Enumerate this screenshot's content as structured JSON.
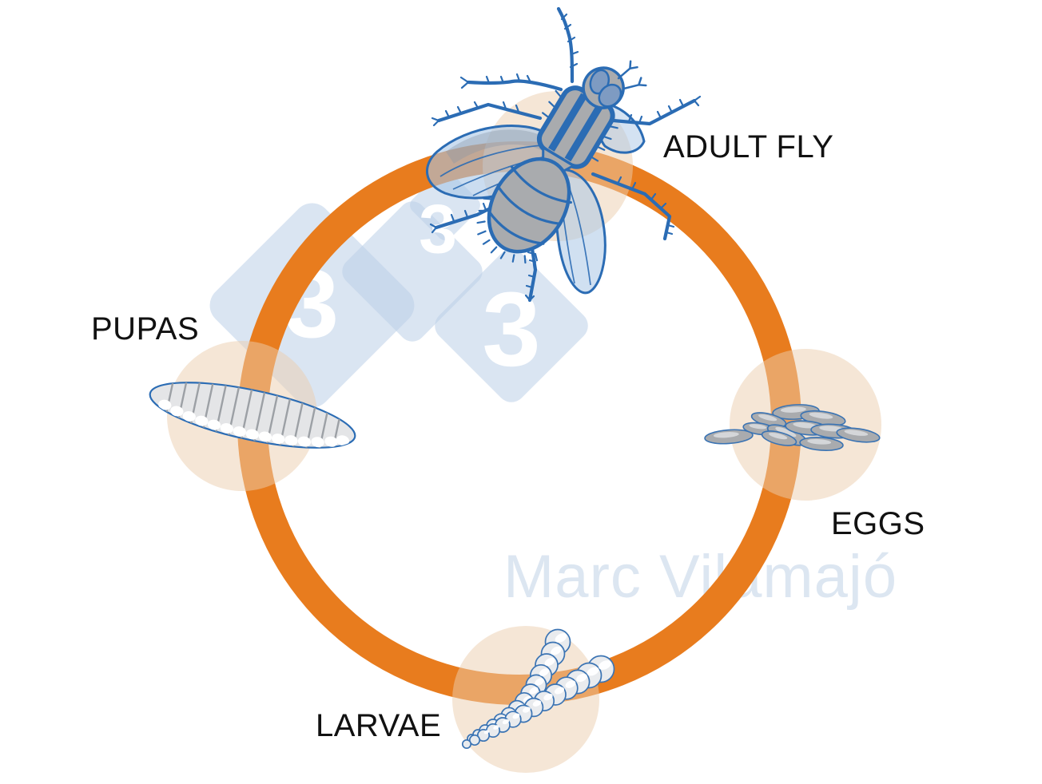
{
  "diagram": {
    "stages": [
      {
        "id": "adult-fly",
        "label": "ADULT FLY"
      },
      {
        "id": "eggs",
        "label": "EGGS"
      },
      {
        "id": "larvae",
        "label": "LARVAE"
      },
      {
        "id": "pupas",
        "label": "PUPAS"
      }
    ]
  },
  "watermark": {
    "artist_credit": "Marc Vilamajó",
    "logo_digit": "3"
  },
  "colors": {
    "ring-orange": "#E87C1E",
    "outline-blue": "#2B6CB4",
    "egg-stroke-blue": "#3A73B3",
    "body-gray": "#A9ABAE",
    "pupa-gray": "#E4E5E7",
    "wing-blue": "#A9C6E6",
    "stage-circle-peach": "#ECCEAD",
    "watermark-diamond-blue": "#BBCFE8",
    "watermark-text-blue": "#DCE6F1",
    "label-text": "#111111"
  }
}
